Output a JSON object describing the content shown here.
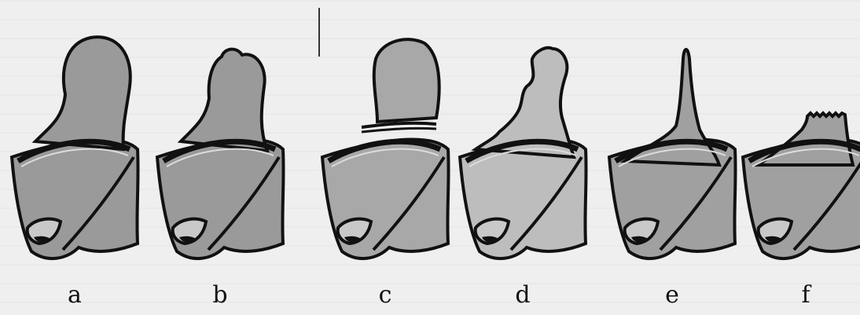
{
  "figure": {
    "panels": [
      {
        "id": "a",
        "label": "a",
        "variant": "round",
        "fill": "#9a9a9a"
      },
      {
        "id": "b",
        "label": "b",
        "variant": "lumpy",
        "fill": "#9a9a9a"
      },
      {
        "id": "c",
        "label": "c",
        "variant": "fractured",
        "fill": "#a8a8a8"
      },
      {
        "id": "d",
        "label": "d",
        "variant": "eroded",
        "fill": "#bdbdbd"
      },
      {
        "id": "e",
        "label": "e",
        "variant": "spike",
        "fill": "#a0a0a0"
      },
      {
        "id": "f",
        "label": "f",
        "variant": "flat",
        "fill": "#a0a0a0"
      }
    ],
    "colors": {
      "outline": "#111111",
      "background": "#efefef",
      "dark_fill": "#8c8c8c"
    }
  }
}
